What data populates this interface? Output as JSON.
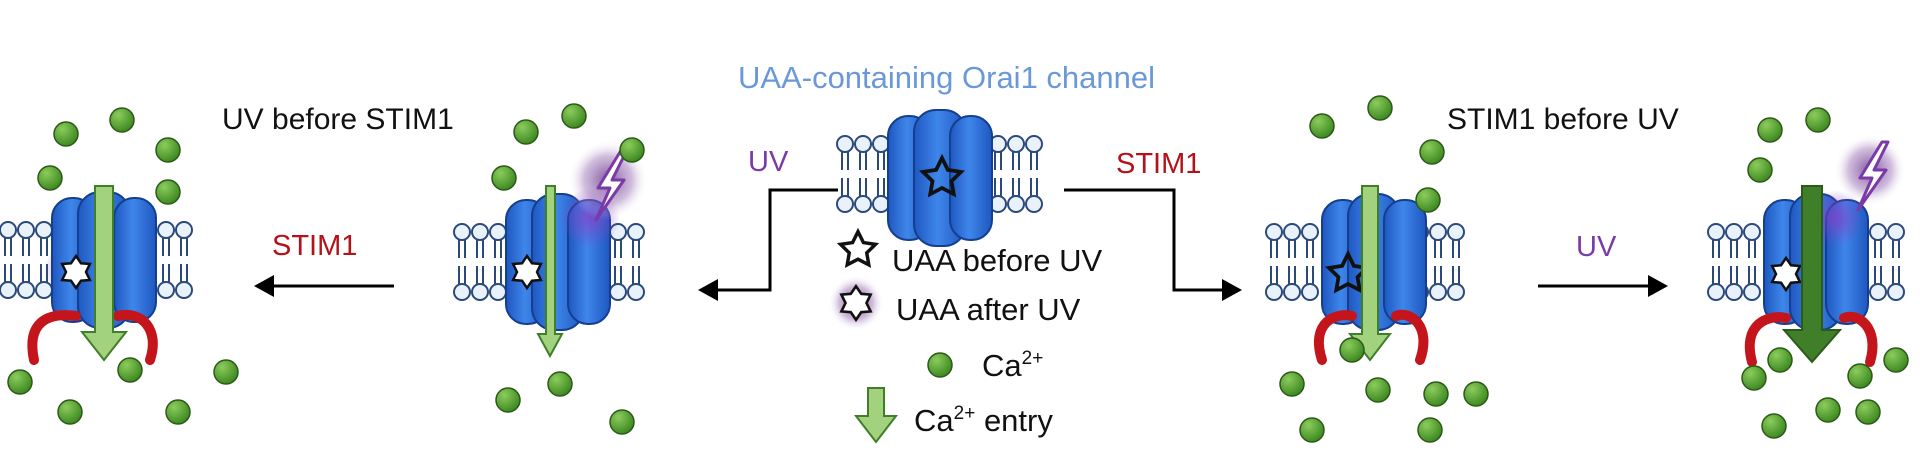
{
  "title": "UAA-containing Orai1 channel",
  "panel_left_title": "UV before STIM1",
  "panel_right_title": "STIM1 before UV",
  "arrow_labels": {
    "center_left": "UV",
    "center_right": "STIM1",
    "left_step": "STIM1",
    "right_step": "UV"
  },
  "legend": {
    "uaa_before": "UAA before UV",
    "uaa_after": "UAA after UV",
    "ca_base": "Ca",
    "ca_sup": "2+",
    "entry_base": "Ca",
    "entry_sup": "2+",
    "entry_word": "entry"
  },
  "colors": {
    "title": "#6a98d8",
    "uv": "#7a3aa8",
    "stim1": "#b3121b",
    "channel": "#2d6fd6",
    "calcium": "#4e9a2c",
    "arrow_light": "#a3d27e",
    "arrow_dark": "#3f7f2a"
  },
  "icons": [
    "star-outline-icon",
    "star-white-icon",
    "lightning-icon",
    "calcium-ion-icon",
    "down-arrow-icon"
  ]
}
